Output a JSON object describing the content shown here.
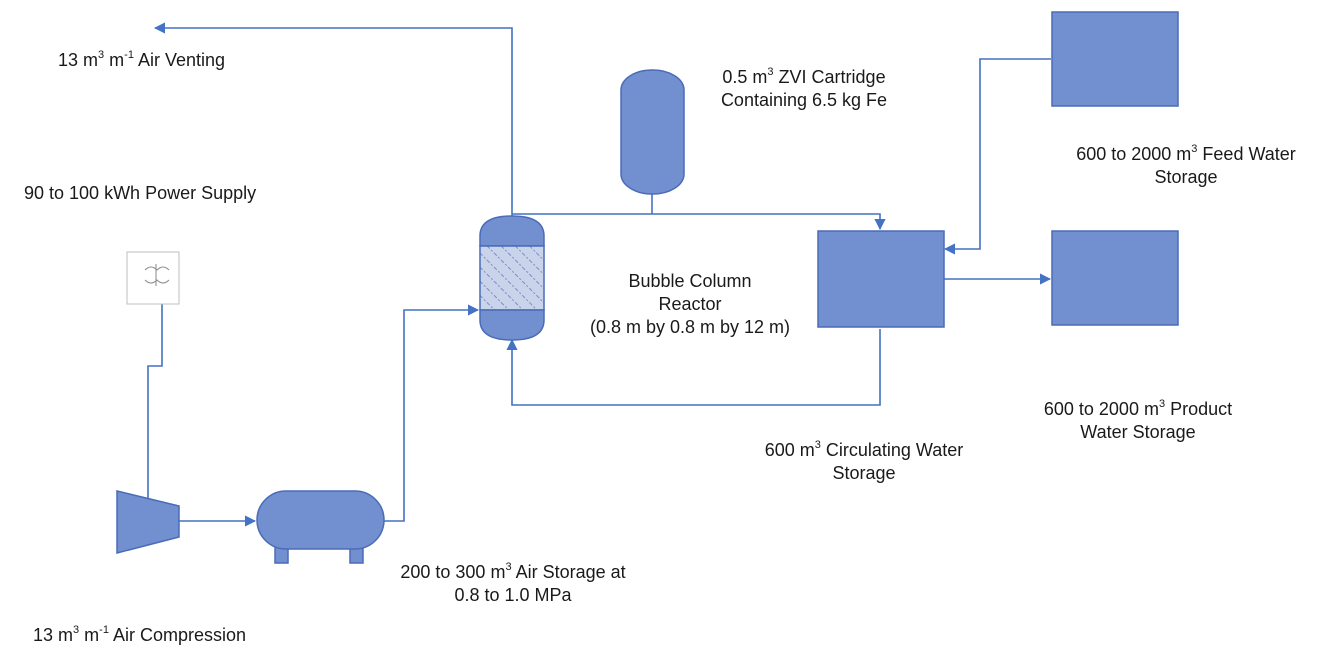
{
  "colors": {
    "equipment_fill": "#7290D0",
    "equipment_stroke": "#4A6CB8",
    "line": "#4472C4",
    "packing_fill": "#C9D3EA"
  },
  "icons": {
    "power_supply": "transformer-icon",
    "compressor": "compressor-icon",
    "air_tank": "horizontal-vessel-icon",
    "reactor": "packed-column-icon",
    "cartridge": "vertical-vessel-icon",
    "storage": "tank-icon"
  },
  "labels": {
    "air_venting": {
      "pre": "13 m",
      "sup1": "3",
      "mid": " m",
      "sup2": "-1",
      "post": " Air Venting"
    },
    "power_supply": "90 to 100 kWh Power Supply",
    "air_compression": {
      "pre": "13 m",
      "sup1": "3",
      "mid": " m",
      "sup2": "-1",
      "post": " Air Compression"
    },
    "air_storage": {
      "line1_pre": "200 to 300 m",
      "line1_sup": "3",
      "line1_post": " Air Storage at",
      "line2": "0.8 to 1.0 MPa"
    },
    "zvi_cartridge": {
      "line1_pre": "0.5 m",
      "line1_sup": "3",
      "line1_post": " ZVI Cartridge",
      "line2": "Containing 6.5 kg Fe"
    },
    "reactor": {
      "line1": "Bubble Column",
      "line2": "Reactor",
      "line3": "(0.8 m by 0.8 m by 12 m)"
    },
    "feed_water": {
      "line1_pre": "600 to 2000 m",
      "line1_sup": "3",
      "line1_post": " Feed Water",
      "line2": "Storage"
    },
    "product_water": {
      "line1_pre": "600 to 2000 m",
      "line1_sup": "3",
      "line1_post": " Product",
      "line2": "Water Storage"
    },
    "circulating_water": {
      "line1_pre": "600 m",
      "line1_sup": "3",
      "line1_post": " Circulating Water",
      "line2": "Storage"
    }
  }
}
